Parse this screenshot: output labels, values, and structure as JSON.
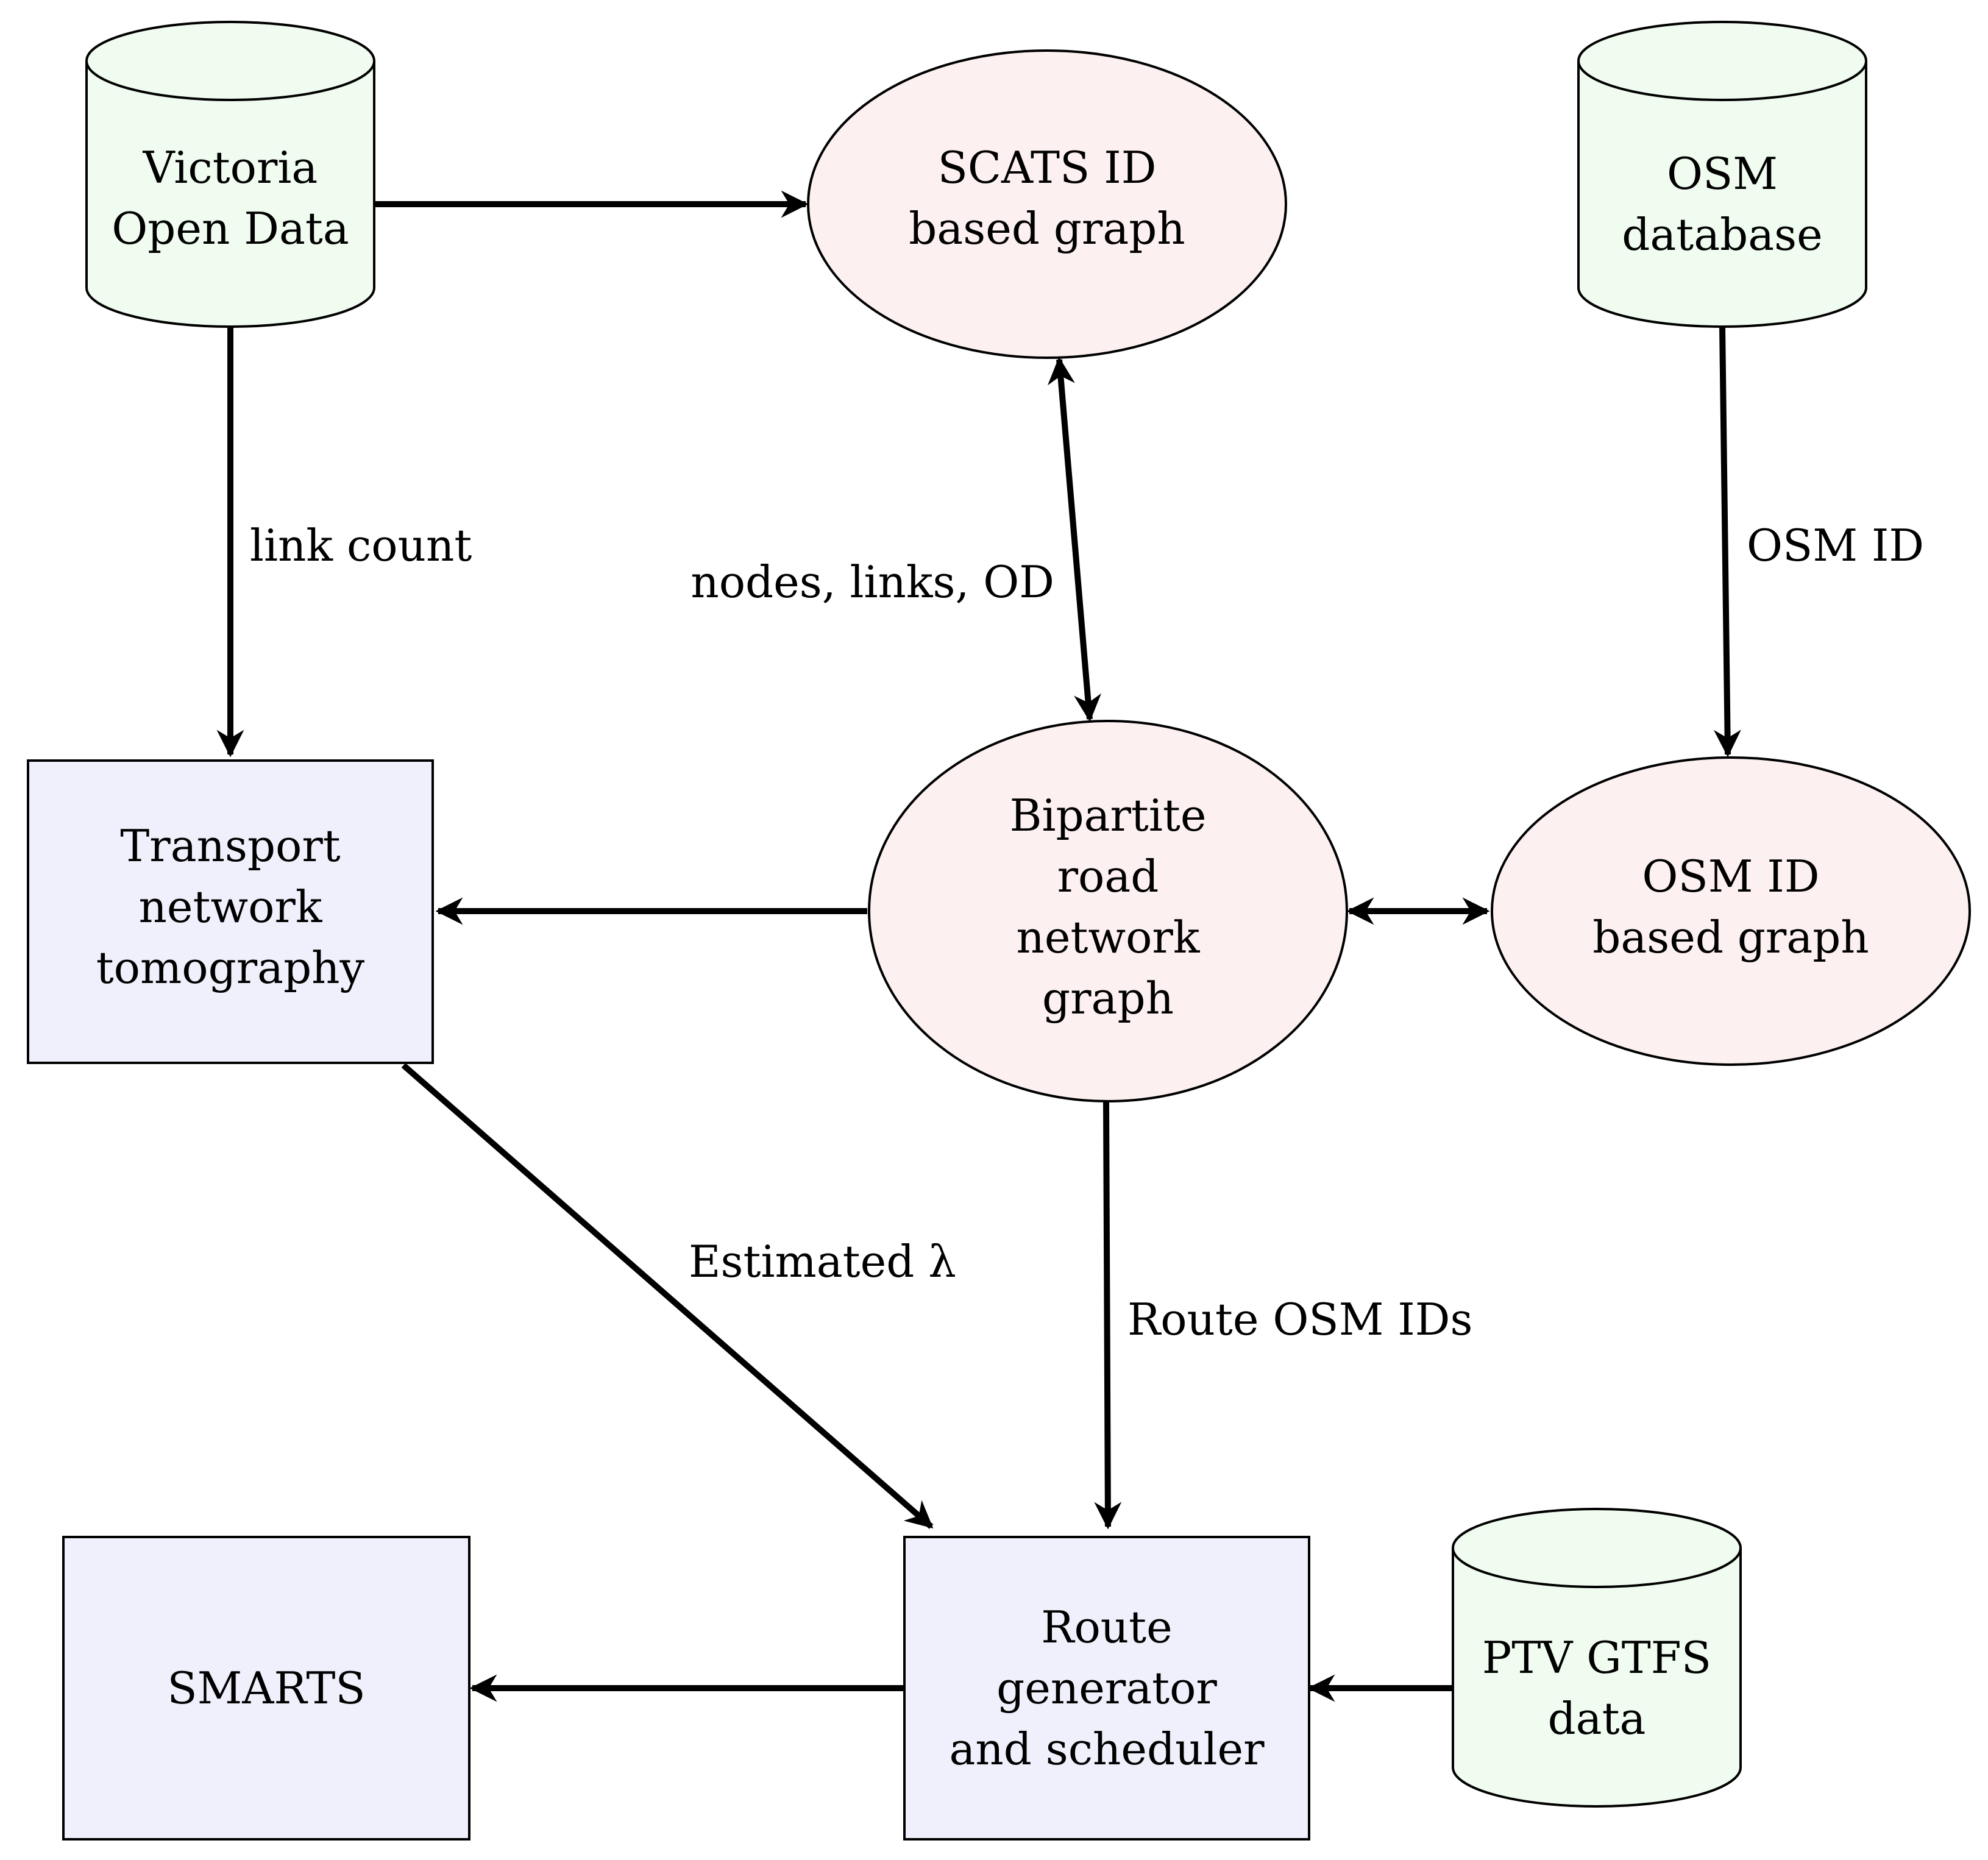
{
  "colors": {
    "database_fill": "#f0fcf0",
    "graph_fill": "#fcf0f0",
    "process_fill": "#f0f0fc",
    "stroke": "#000000"
  },
  "nodes": {
    "victoria": {
      "lines": [
        "Victoria",
        "Open Data"
      ]
    },
    "scats": {
      "lines": [
        "SCATS ID",
        "based graph"
      ]
    },
    "osm_db": {
      "lines": [
        "OSM",
        "database"
      ]
    },
    "tnt": {
      "lines": [
        "Transport",
        "network",
        "tomography"
      ]
    },
    "bipartite": {
      "lines": [
        "Bipartite",
        "road",
        "network",
        "graph"
      ]
    },
    "osm_graph": {
      "lines": [
        "OSM ID",
        "based graph"
      ]
    },
    "smarts": {
      "lines": [
        "SMARTS"
      ]
    },
    "route_gen": {
      "lines": [
        "Route",
        "generator",
        "and scheduler"
      ]
    },
    "ptv": {
      "lines": [
        "PTV GTFS",
        "data"
      ]
    }
  },
  "edge_labels": {
    "link_count": "link count",
    "nodes_links_od": "nodes, links, OD",
    "osm_id": "OSM ID",
    "estimated": "Estimated λ",
    "route_osm_ids": "Route OSM IDs"
  }
}
